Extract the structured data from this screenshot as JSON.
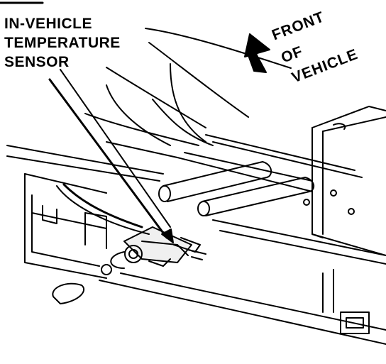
{
  "callout": {
    "line1": "IN-VEHICLE",
    "line2": "TEMPERATURE",
    "line3": "SENSOR"
  },
  "direction": {
    "line1": "FRONT",
    "line2": "OF",
    "line3": "VEHICLE"
  },
  "colors": {
    "ink": "#000000",
    "paper": "#ffffff"
  }
}
